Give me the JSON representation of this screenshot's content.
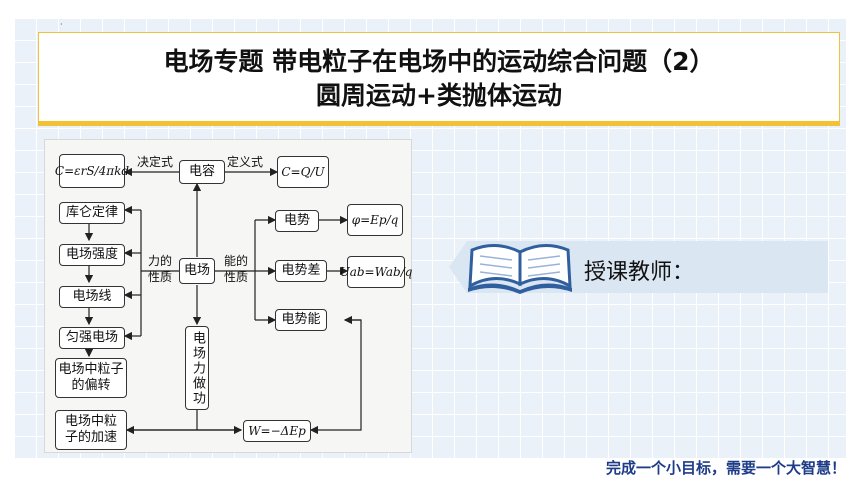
{
  "title": {
    "line1": "电场专题  带电粒子在电场中的运动综合问题（2）",
    "line2": "圆周运动+类抛体运动"
  },
  "diagram": {
    "formula_C_def": "C=εrS/4πkd",
    "formula_C_q": "C=Q/U",
    "formula_phi": "φ=Ep/q",
    "formula_U": "Uab=Wab/q",
    "formula_W": "W=−ΔEp",
    "label_decide": "决定式",
    "label_define": "定义式",
    "node_capacitor": "电容",
    "node_field": "电场",
    "node_coulomb": "库仑定律",
    "node_intensity": "电场强度",
    "node_fieldline": "电场线",
    "node_uniform": "匀强电场",
    "node_deflect_1": "电场中粒子",
    "node_deflect_2": "的偏转",
    "node_accel_1": "电场中粒",
    "node_accel_2": "子的加速",
    "node_potential": "电势",
    "node_pd": "电势差",
    "node_pe": "电势能",
    "node_work": "电场力做功",
    "label_force_1": "力的",
    "label_force_2": "性质",
    "label_energy_1": "能的",
    "label_energy_2": "性质"
  },
  "teacher": {
    "label": "授课教师："
  },
  "slogan": "完成一个小目标，需要一个大智慧！",
  "colors": {
    "accent": "#f3c230",
    "band": "#dbe6f3",
    "slogan": "#1f3c88"
  }
}
